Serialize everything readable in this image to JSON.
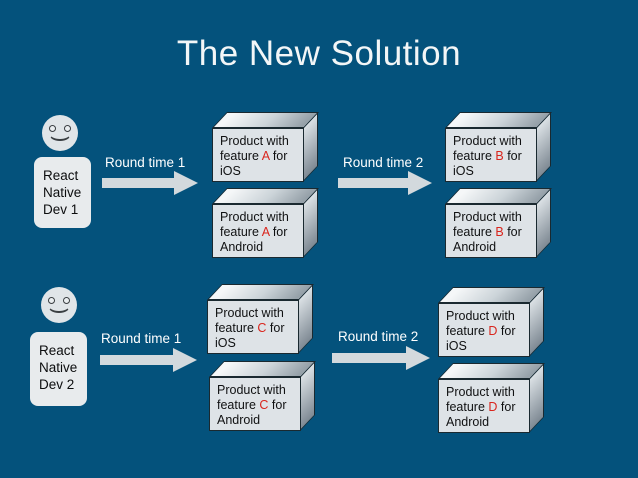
{
  "slide": {
    "title": "The New Solution"
  },
  "colors": {
    "background": "#04527c",
    "title_text": "#f3f6f7",
    "cube_front": "#dee3e7",
    "cube_outline": "#1a2930",
    "feature_letter_red": "#d9251d",
    "arrow_fill": "#d3d9dd",
    "flow_label_text": "#ffffff",
    "dev_box_bg": "#e8ebed"
  },
  "icons": {
    "developer": "smiley-face-icon"
  },
  "rows": [
    {
      "dev": {
        "name_lines": [
          "React",
          "Native",
          "Dev 1"
        ]
      },
      "arrows": [
        {
          "label": "Round time 1"
        },
        {
          "label": "Round time 2"
        }
      ],
      "cubes": [
        {
          "line1": "Product with",
          "feature_pre": "feature ",
          "feature": "A",
          "feature_post": " for",
          "platform": "iOS"
        },
        {
          "line1": "Product with",
          "feature_pre": "feature ",
          "feature": "A",
          "feature_post": " for",
          "platform": "Android"
        },
        {
          "line1": "Product with",
          "feature_pre": "feature ",
          "feature": "B",
          "feature_post": " for",
          "platform": "iOS"
        },
        {
          "line1": "Product with",
          "feature_pre": "feature ",
          "feature": "B",
          "feature_post": " for",
          "platform": "Android"
        }
      ]
    },
    {
      "dev": {
        "name_lines": [
          "React",
          "Native",
          "Dev 2"
        ]
      },
      "arrows": [
        {
          "label": "Round time 1"
        },
        {
          "label": "Round time 2"
        }
      ],
      "cubes": [
        {
          "line1": "Product with",
          "feature_pre": "feature ",
          "feature": "C",
          "feature_post": " for",
          "platform": "iOS"
        },
        {
          "line1": "Product with",
          "feature_pre": "feature ",
          "feature": "C",
          "feature_post": " for",
          "platform": "Android"
        },
        {
          "line1": "Product with",
          "feature_pre": "feature ",
          "feature": "D",
          "feature_post": " for",
          "platform": "iOS"
        },
        {
          "line1": "Product with",
          "feature_pre": "feature ",
          "feature": "D",
          "feature_post": " for",
          "platform": "Android"
        }
      ]
    }
  ]
}
